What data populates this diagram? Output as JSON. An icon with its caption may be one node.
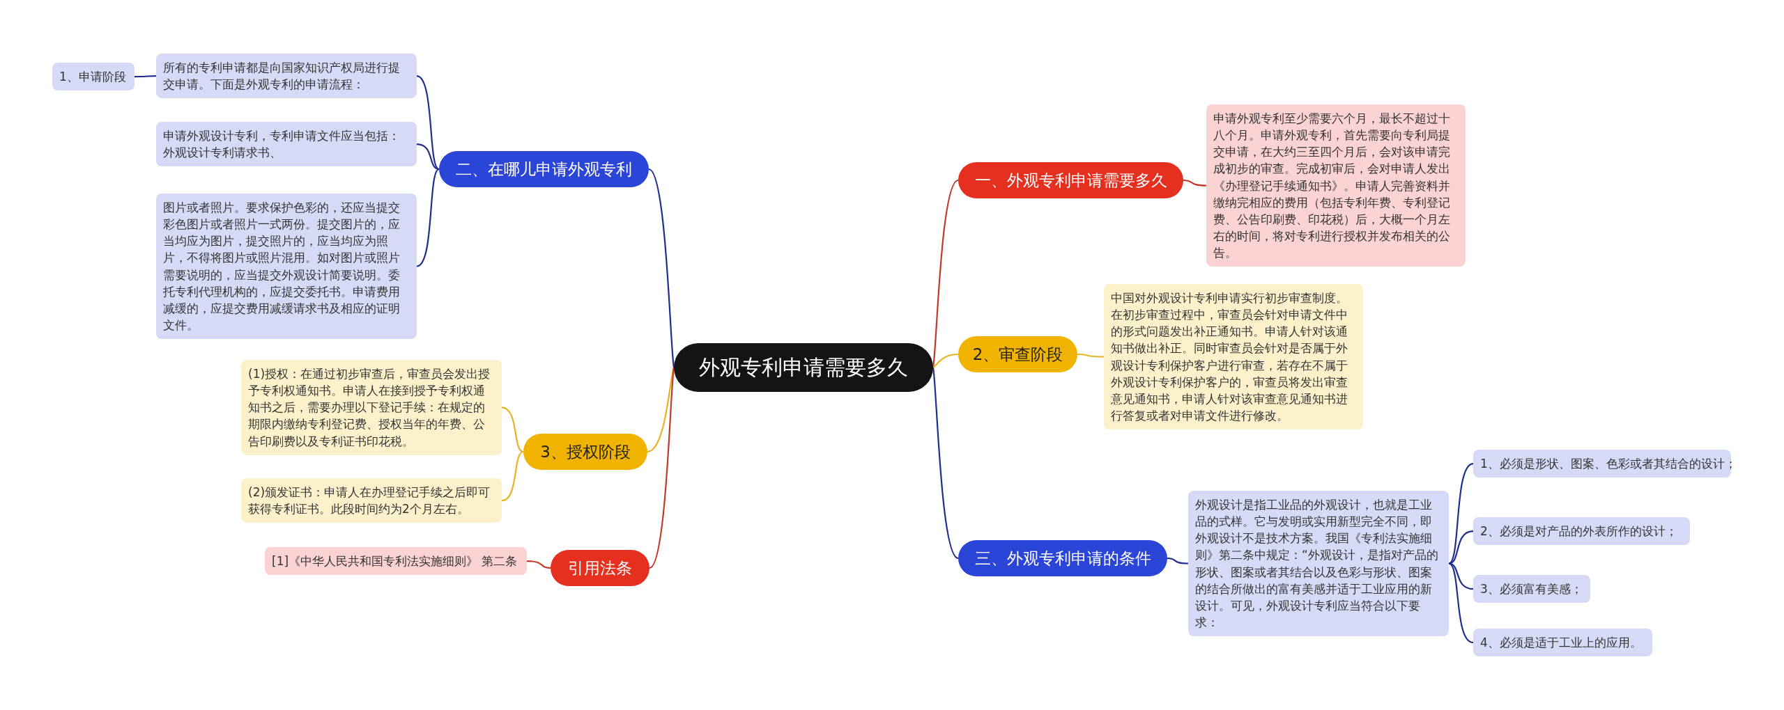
{
  "diagram": {
    "nodes": [
      {
        "text": [
          "外观专利申请需要多久"
        ]
      },
      {
        "text": [
          "一、外观专利申请需要多久"
        ]
      },
      {
        "text": [
          "申请外观专利至少需要六个月，最长不超过十八个月。申请外观专利，首先需要向专利局提交申请，在大约三至四个月后，会对该申请完成初步的审查。完成初审后，会对申请人发出《办理登记手续通知书》。申请人完善资料并缴纳完相应的费用（包括专利年费、专利登记费、公告印刷费、印花税）后，大概一个月左右的时间，将对专利进行授权并发布相关的公告。"
        ]
      },
      {
        "text": [
          "2、审查阶段"
        ]
      },
      {
        "text": [
          "中国对外观设计专利申请实行初步审查制度。在初步审查过程中，审查员会针对申请文件中的形式问题发出补正通知书。申请人针对该通知书做出补正。同时审查员会针对是否属于外观设计专利保护客户进行审查，若存在不属于外观设计专利保护客户的，审查员将发出审查意见通知书，申请人针对该审查意见通知书进行答复或者对申请文件进行修改。"
        ]
      },
      {
        "text": [
          "三、外观专利申请的条件"
        ]
      },
      {
        "text": [
          "外观设计是指工业品的外观设计，也就是工业品的式样。它与发明或实用新型完全不同，即外观设计不是技术方案。我国《专利法实施细则》第二条中规定：“外观设计，是指对产品的形状、图案或者其结合以及色彩与形状、图案的结合所做出的富有美感并适于工业应用的新设计。可见，外观设计专利应当符合以下要求："
        ]
      },
      {
        "text": [
          "1、必须是形状、图案、色彩或者其结合的设计；"
        ]
      },
      {
        "text": [
          "2、必须是对产品的外表所作的设计；"
        ]
      },
      {
        "text": [
          "3、必须富有美感；"
        ]
      },
      {
        "text": [
          "4、必须是适于工业上的应用。"
        ]
      },
      {
        "text": [
          "二、在哪儿申请外观专利"
        ]
      },
      {
        "text": [
          "所有的专利申请都是向国家知识产权局进行提交申请。下面是外观专利的申请流程："
        ]
      },
      {
        "text": [
          "1、申请阶段"
        ]
      },
      {
        "text": [
          "申请外观设计专利，专利申请文件应当包括：外观设计专利请求书、"
        ]
      },
      {
        "text": [
          "图片或者照片。要求保护色彩的，还应当提交彩色图片或者照片一式两份。提交图片的，应当均应为图片，提交照片的，应当均应为照片，不得将图片或照片混用。如对图片或照片需要说明的，应当提交外观设计简要说明。委托专利代理机构的，应提交委托书。申请费用减缓的，应提交费用减缓请求书及相应的证明文件。"
        ]
      },
      {
        "text": [
          "3、授权阶段"
        ]
      },
      {
        "text": [
          "(1)授权：在通过初步审查后，审查员会发出授予专利权通知书。申请人在接到授予专利权通知书之后，需要办理以下登记手续：在规定的期限内缴纳专利登记费、授权当年的年费、公告印刷费以及专利证书印花税。"
        ]
      },
      {
        "text": [
          "(2)颁发证书：申请人在办理登记手续之后即可获得专利证书。此段时间约为2个月左右。"
        ]
      },
      {
        "text": [
          "引用法条"
        ]
      },
      {
        "text": [
          "[1]《中华人民共和国专利法实施细则》 第二条"
        ]
      }
    ],
    "edges": [
      {
        "from": 0,
        "to": 1,
        "arrow": "none",
        "color": "#c0392b"
      },
      {
        "from": 1,
        "to": 2,
        "arrow": "none",
        "color": "#c0392b"
      },
      {
        "from": 0,
        "to": 3,
        "arrow": "none",
        "color": "#e6b422"
      },
      {
        "from": 3,
        "to": 4,
        "arrow": "none",
        "color": "#e6b422"
      },
      {
        "from": 0,
        "to": 5,
        "arrow": "none"
      },
      {
        "from": 5,
        "to": 6,
        "arrow": "none"
      },
      {
        "from": 6,
        "to": 7,
        "arrow": "none"
      },
      {
        "from": 6,
        "to": 8,
        "arrow": "none"
      },
      {
        "from": 6,
        "to": 9,
        "arrow": "none"
      },
      {
        "from": 6,
        "to": 10,
        "arrow": "none"
      },
      {
        "from": 0,
        "to": 11,
        "arrow": "none"
      },
      {
        "from": 11,
        "to": 12,
        "arrow": "none"
      },
      {
        "from": 12,
        "to": 13,
        "arrow": "none"
      },
      {
        "from": 11,
        "to": 14,
        "arrow": "none"
      },
      {
        "from": 11,
        "to": 15,
        "arrow": "none"
      },
      {
        "from": 0,
        "to": 16,
        "arrow": "none",
        "color": "#e6b422"
      },
      {
        "from": 16,
        "to": 17,
        "arrow": "none",
        "color": "#e6b422"
      },
      {
        "from": 16,
        "to": 18,
        "arrow": "none",
        "color": "#e6b422"
      },
      {
        "from": 0,
        "to": 19,
        "arrow": "none",
        "color": "#c0392b"
      },
      {
        "from": 19,
        "to": 20,
        "arrow": "none",
        "color": "#c0392b"
      }
    ]
  }
}
